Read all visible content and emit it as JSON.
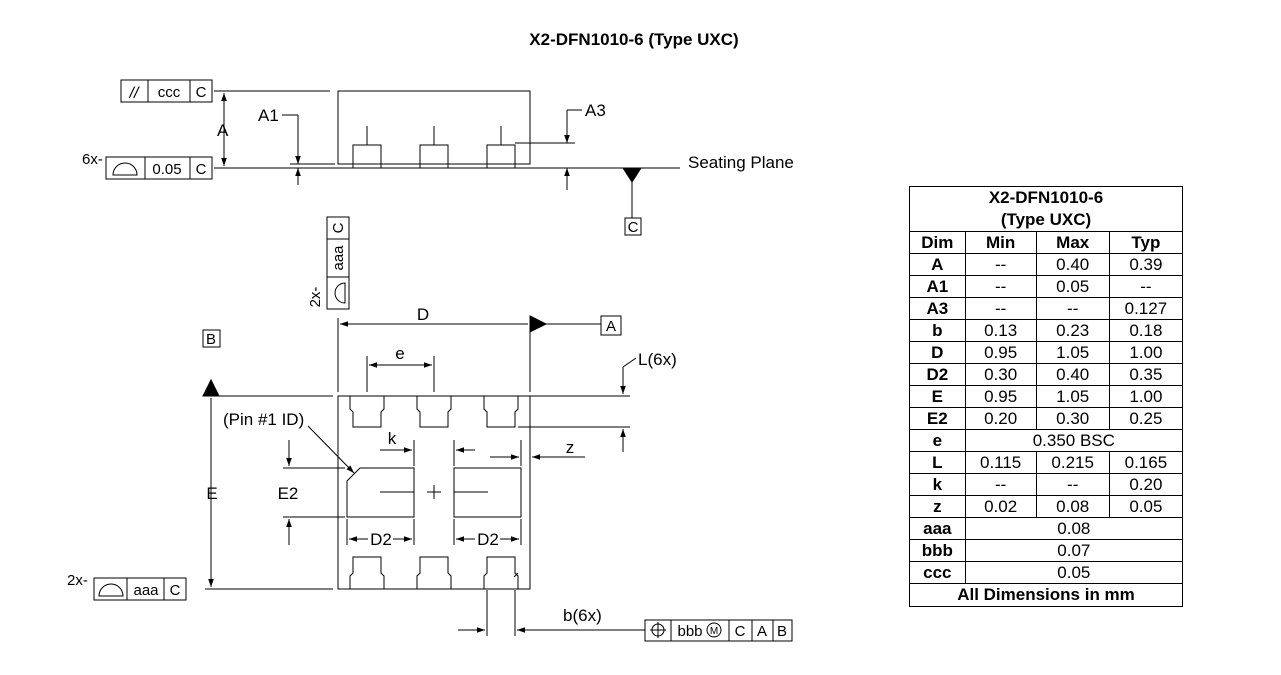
{
  "title": "X2-DFN1010-6 (Type UXC)",
  "side_view": {
    "flatness_symbol": "//",
    "ccc": "ccc",
    "ref_c": "C",
    "label_A": "A",
    "label_A1": "A1",
    "label_A3": "A3",
    "mult_6x": "6x-",
    "profile_tol": "0.05",
    "seating_plane": "Seating Plane",
    "datum_c": "C"
  },
  "top_view": {
    "mult_2x": "2x-",
    "aaa": "aaa",
    "ref_c": "C",
    "label_D": "D",
    "datum_a": "A",
    "datum_b": "B",
    "label_e": "e",
    "label_L": "L(6x)",
    "pin1": "(Pin #1 ID)",
    "label_k": "k",
    "label_z": "z",
    "label_E": "E",
    "label_E2": "E2",
    "label_D2_left": "D2",
    "label_D2_right": "D2",
    "bottom_mult": "2x-",
    "bottom_aaa": "aaa",
    "bottom_c": "C",
    "label_b": "b(6x)",
    "pos_bbb": "bbb",
    "pos_m": "M",
    "pos_c": "C",
    "pos_a": "A",
    "pos_b": "B"
  },
  "table": {
    "caption_line1": "X2-DFN1010-6",
    "caption_line2": "(Type UXC)",
    "headers": [
      "Dim",
      "Min",
      "Max",
      "Typ"
    ],
    "rows": [
      {
        "dim": "A",
        "min": "--",
        "max": "0.40",
        "typ": "0.39"
      },
      {
        "dim": "A1",
        "min": "--",
        "max": "0.05",
        "typ": "--"
      },
      {
        "dim": "A3",
        "min": "--",
        "max": "--",
        "typ": "0.127"
      },
      {
        "dim": "b",
        "min": "0.13",
        "max": "0.23",
        "typ": "0.18"
      },
      {
        "dim": "D",
        "min": "0.95",
        "max": "1.05",
        "typ": "1.00"
      },
      {
        "dim": "D2",
        "min": "0.30",
        "max": "0.40",
        "typ": "0.35"
      },
      {
        "dim": "E",
        "min": "0.95",
        "max": "1.05",
        "typ": "1.00"
      },
      {
        "dim": "E2",
        "min": "0.20",
        "max": "0.30",
        "typ": "0.25"
      },
      {
        "dim": "e",
        "span": "0.350 BSC"
      },
      {
        "dim": "L",
        "min": "0.115",
        "max": "0.215",
        "typ": "0.165"
      },
      {
        "dim": "k",
        "min": "--",
        "max": "--",
        "typ": "0.20"
      },
      {
        "dim": "z",
        "min": "0.02",
        "max": "0.08",
        "typ": "0.05"
      },
      {
        "dim": "aaa",
        "span": "0.08"
      },
      {
        "dim": "bbb",
        "span": "0.07"
      },
      {
        "dim": "ccc",
        "span": "0.05"
      }
    ],
    "footer": "All Dimensions in mm"
  }
}
